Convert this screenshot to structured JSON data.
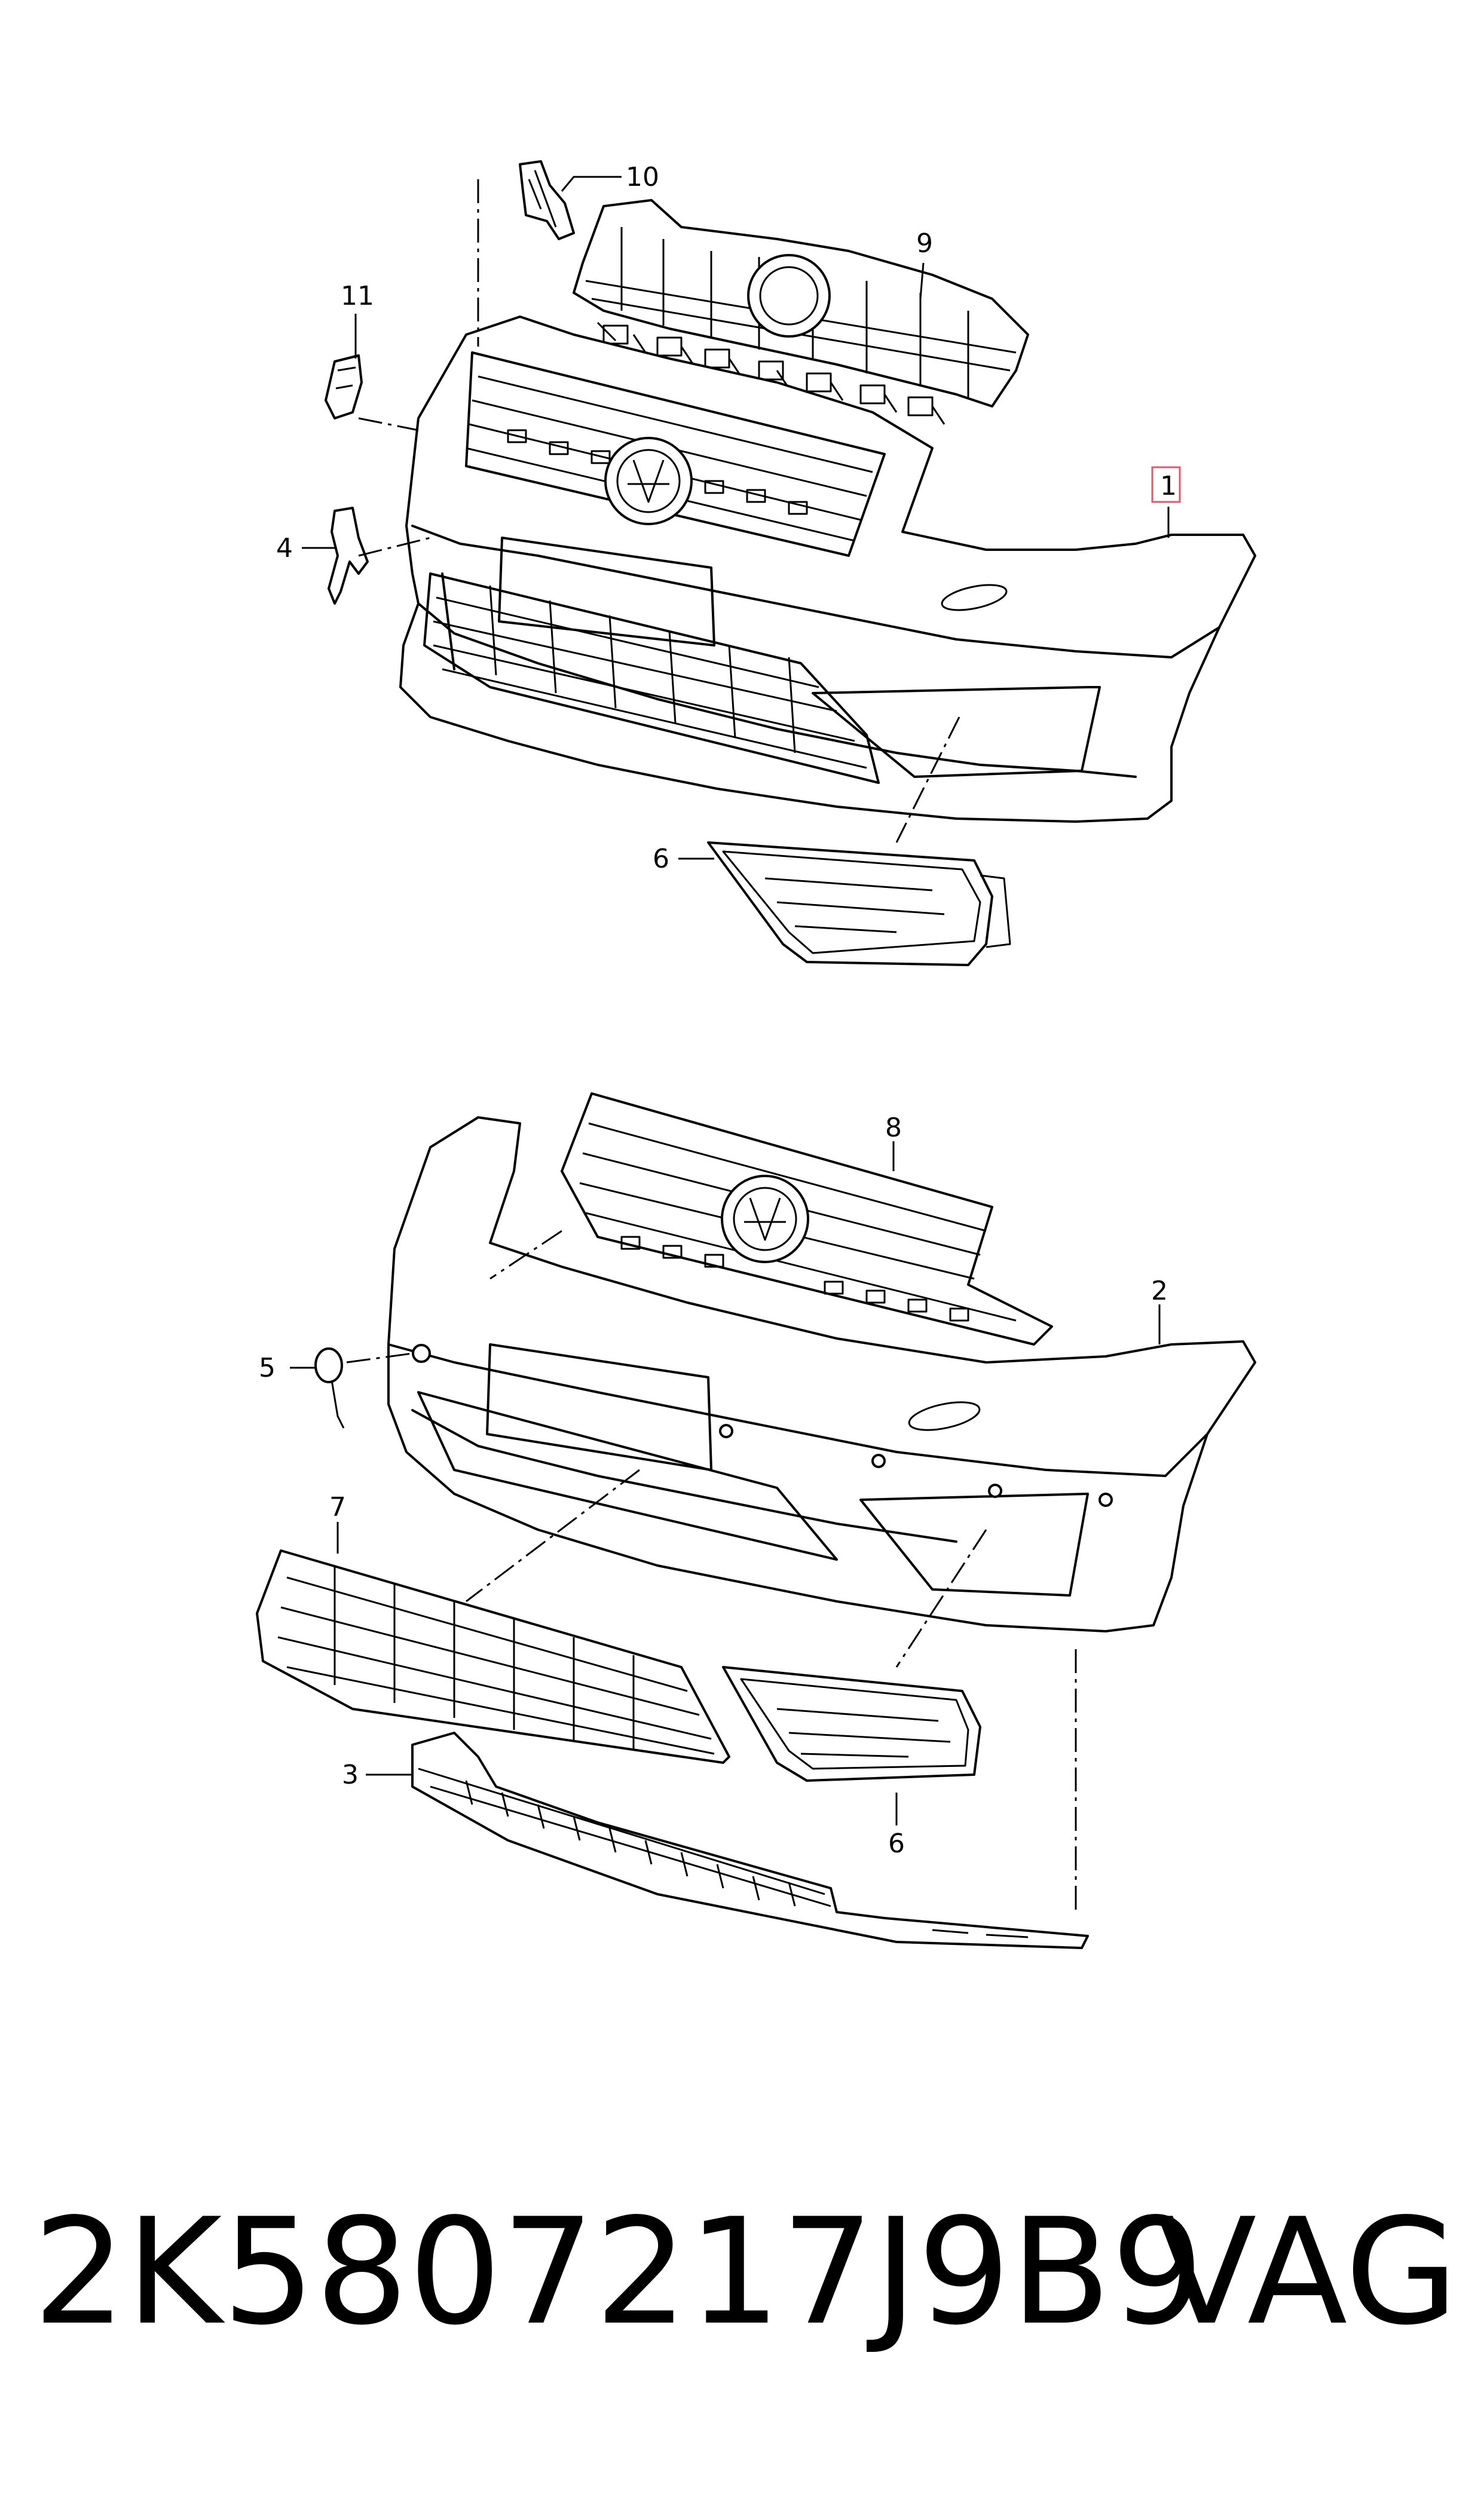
{
  "callouts": {
    "c1": "1",
    "c2": "2",
    "c3": "3",
    "c4": "4",
    "c5": "5",
    "c6a": "6",
    "c6b": "6",
    "c7": "7",
    "c8": "8",
    "c9": "9",
    "c10": "10",
    "c11": "11"
  },
  "highlight_color": "#e05a6a",
  "footer": {
    "part_number": "2K5807217J9B9",
    "brand": "VAG"
  }
}
